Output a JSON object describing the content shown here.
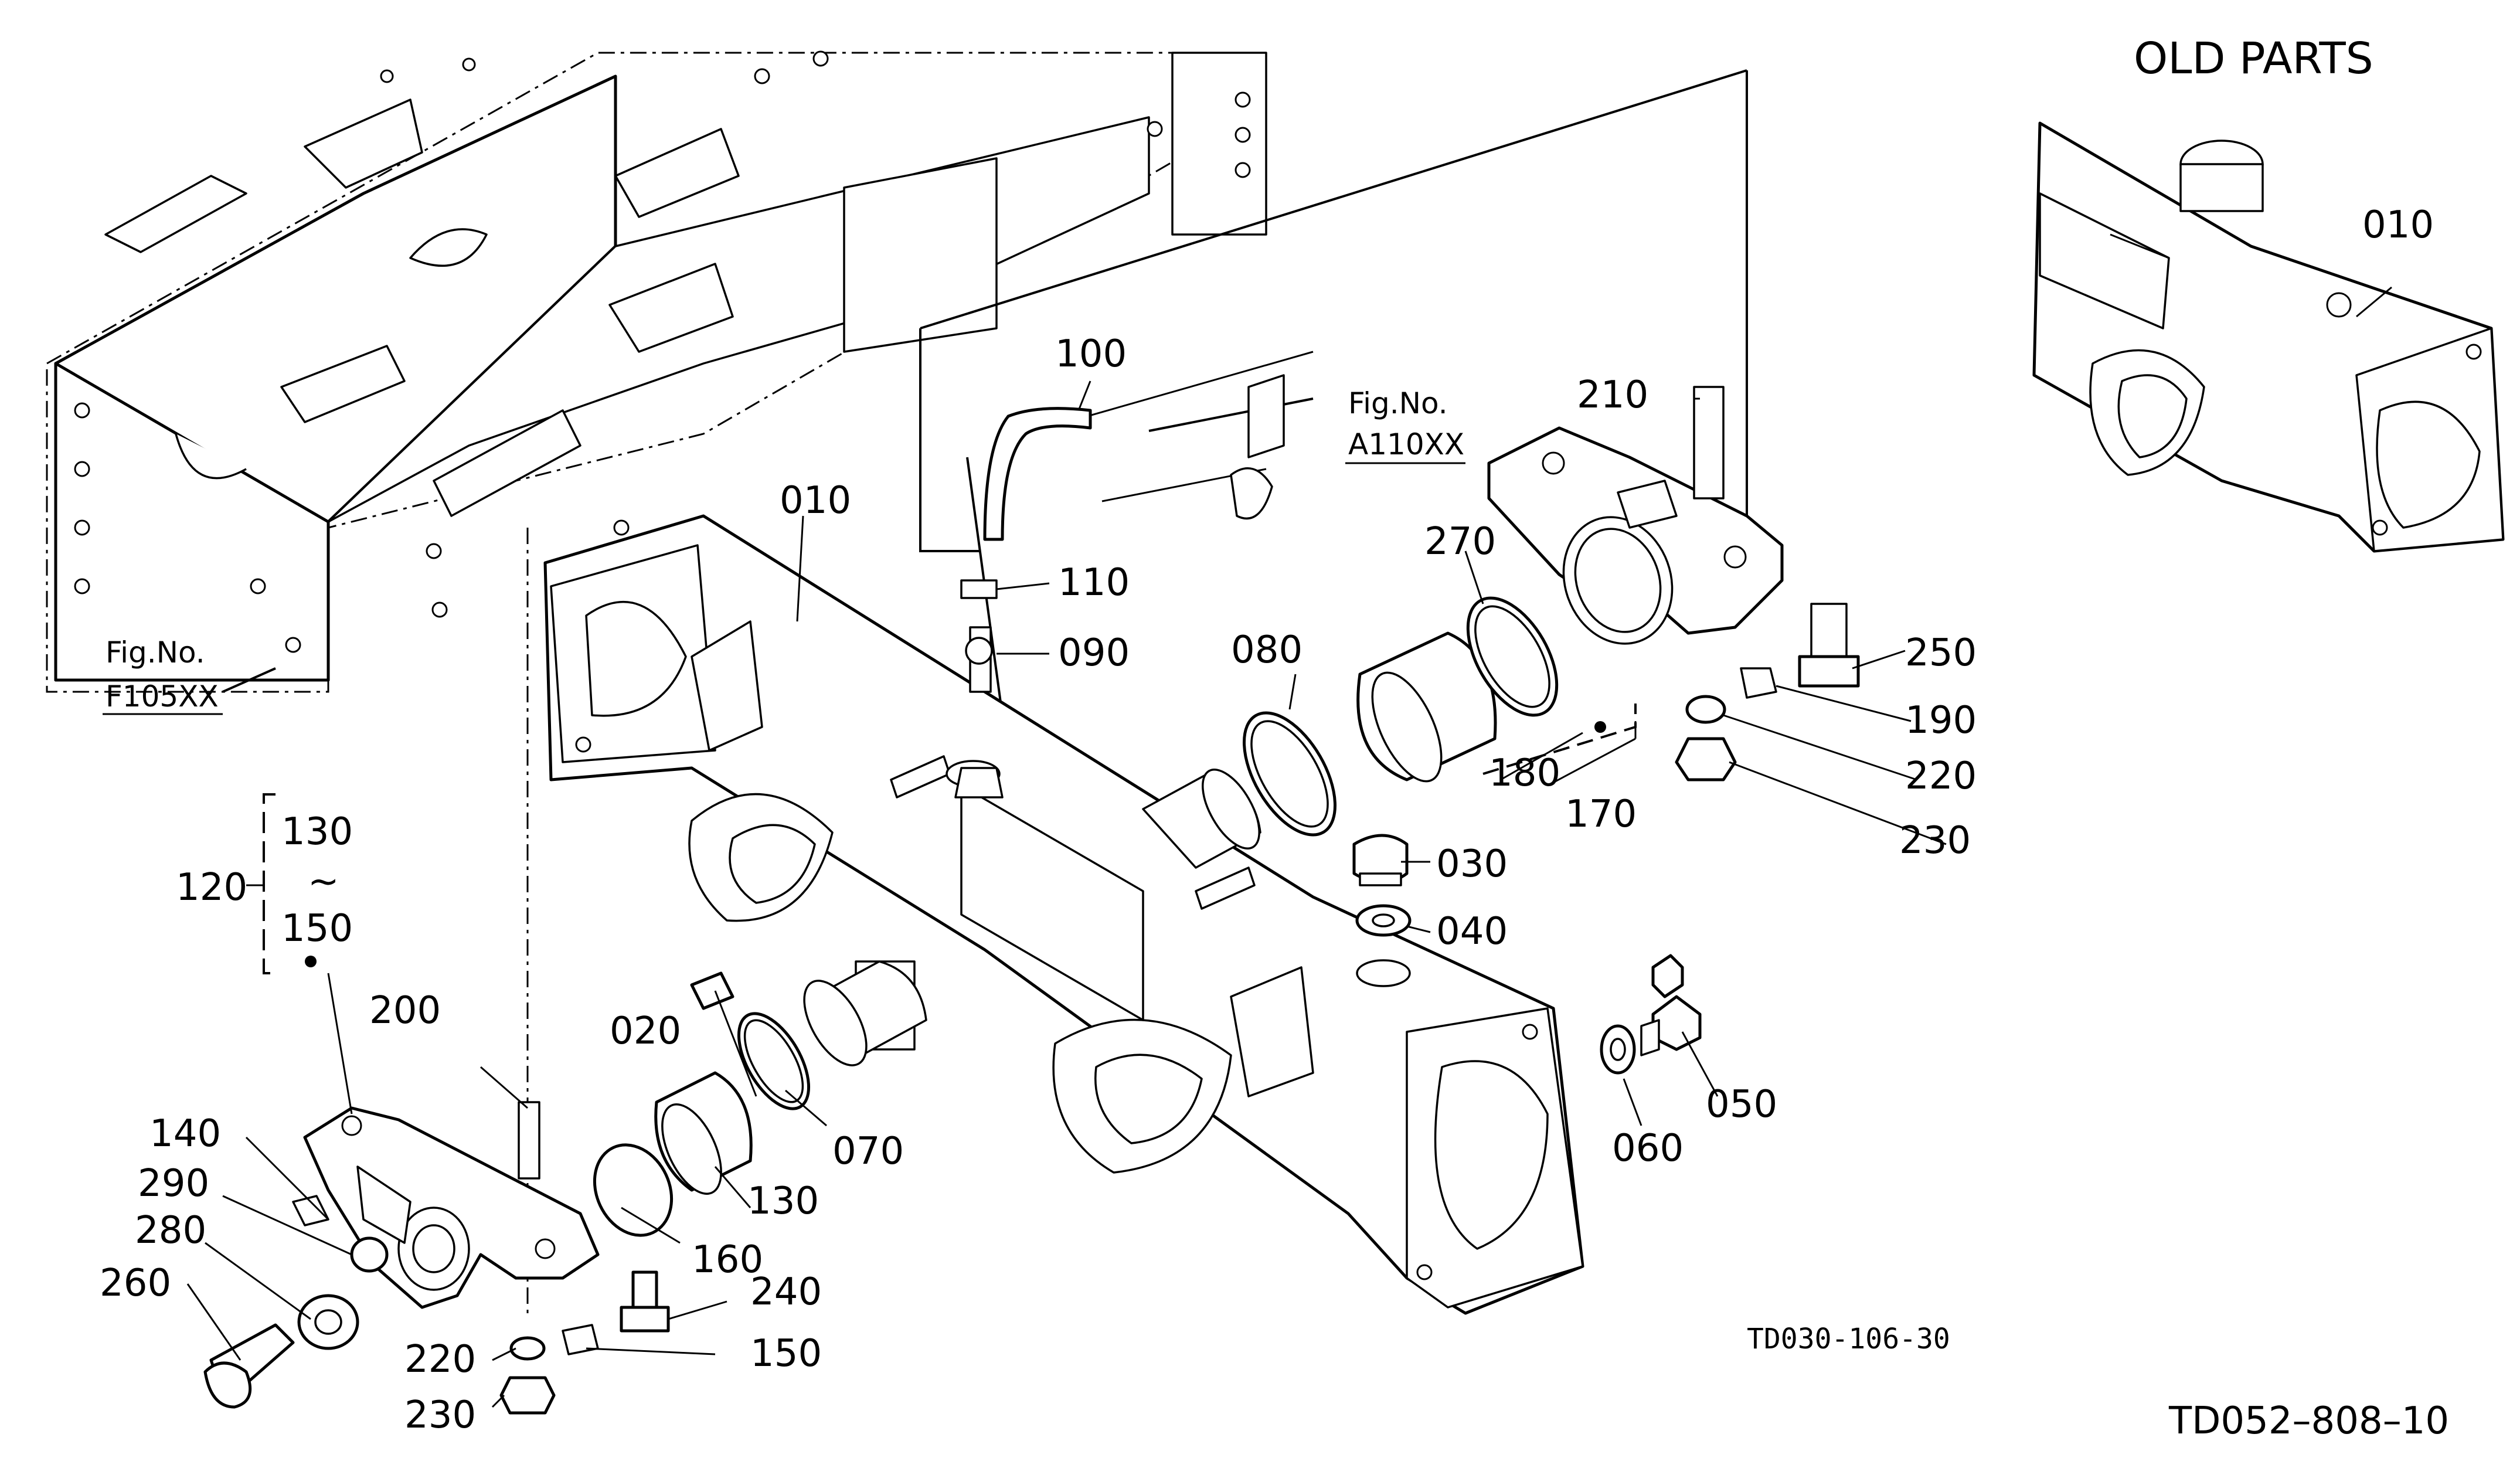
{
  "header": {
    "old_parts": "OLD PARTS"
  },
  "refs": {
    "fig_f105": {
      "line1": "Fig.No.",
      "line2": "F105XX"
    },
    "fig_a110": {
      "line1": "Fig.No.",
      "line2": "A110XX"
    },
    "code_small": "TD030-106-30",
    "code_main": "TD052–808–10"
  },
  "group": {
    "id": "120",
    "from": "130",
    "tilde": "~",
    "to": "150"
  },
  "labels": {
    "p010": "010",
    "p010_old": "010",
    "p020": "020",
    "p030": "030",
    "p040": "040",
    "p050": "050",
    "p060": "060",
    "p070": "070",
    "p080": "080",
    "p090": "090",
    "p100": "100",
    "p110": "110",
    "p130": "130",
    "p140": "140",
    "p150": "150",
    "p160": "160",
    "p170": "170",
    "p180": "180",
    "p190": "190",
    "p200": "200",
    "p210": "210",
    "p220a": "220",
    "p220b": "220",
    "p230a": "230",
    "p230b": "230",
    "p240": "240",
    "p250": "250",
    "p260": "260",
    "p270": "270",
    "p280": "280",
    "p290": "290"
  }
}
